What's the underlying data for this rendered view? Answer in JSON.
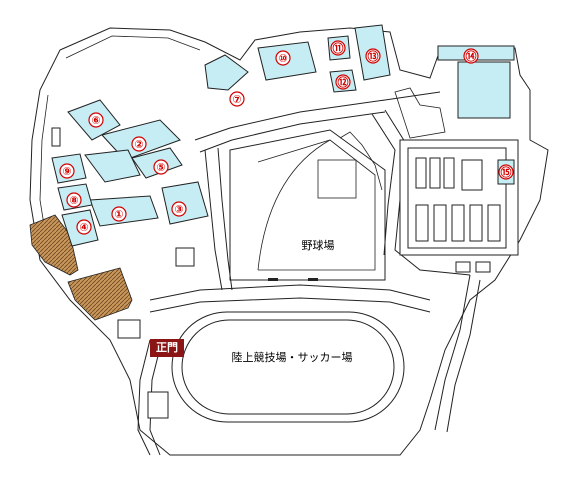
{
  "labels": {
    "baseball_field": "野球場",
    "athletics_field": "陸上競技場・サッカー場",
    "main_gate": "正門"
  },
  "building_markers": [
    "①",
    "②",
    "③",
    "④",
    "⑤",
    "⑥",
    "⑦",
    "⑧",
    "⑨",
    "⑩",
    "⑪",
    "⑫",
    "⑬",
    "⑭",
    "⑮"
  ],
  "colors": {
    "building_fill": "#c6ecf4",
    "marker_red": "#d10000",
    "gate_bg": "#8b1414",
    "slope_brown": "#b98a4a"
  }
}
